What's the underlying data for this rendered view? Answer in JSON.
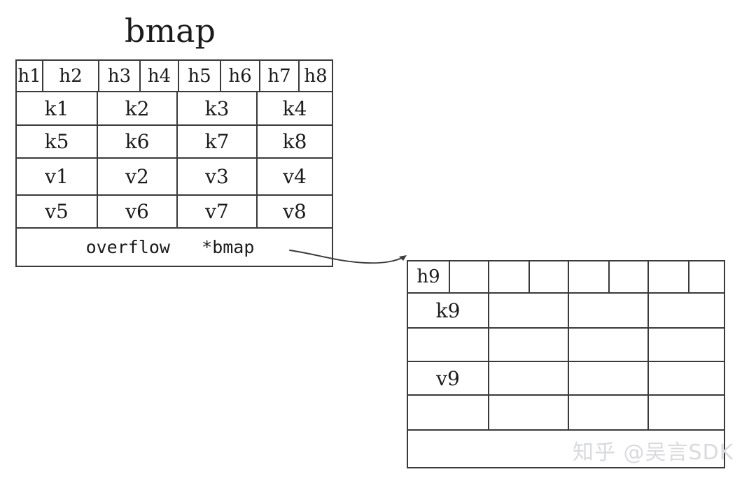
{
  "diagram": {
    "title": "bmap",
    "watermark": "知乎 @吴言SDK",
    "colors": {
      "border": "#3a3a3a",
      "text": "#1b1b1b",
      "background": "#ffffff",
      "watermark": "#d8dade",
      "arrow": "#3a3a3a"
    }
  },
  "bmap_table": {
    "label": "bmap",
    "hash_row": {
      "cells": [
        "h1",
        "h2",
        "h3",
        "h4",
        "h5",
        "h6",
        "h7",
        "h8"
      ],
      "widths": [
        36,
        80,
        59,
        55,
        60,
        56,
        56,
        52
      ]
    },
    "key_rows": [
      {
        "cells": [
          "k1",
          "k2",
          "k3",
          "k4"
        ]
      },
      {
        "cells": [
          "k5",
          "k6",
          "k7",
          "k8"
        ]
      }
    ],
    "value_rows": [
      {
        "cells": [
          "v1",
          "v2",
          "v3",
          "v4"
        ]
      },
      {
        "cells": [
          "v5",
          "v6",
          "v7",
          "v8"
        ]
      }
    ],
    "overflow_row": {
      "text": "overflow   *bmap"
    }
  },
  "overflow_table": {
    "hash_row": {
      "cells": [
        "h9",
        "",
        "",
        "",
        "",
        "",
        "",
        ""
      ]
    },
    "key_rows": [
      {
        "cells": [
          "k9",
          "",
          "",
          ""
        ]
      },
      {
        "cells": [
          "",
          "",
          "",
          ""
        ]
      }
    ],
    "value_rows": [
      {
        "cells": [
          "v9",
          "",
          "",
          ""
        ]
      },
      {
        "cells": [
          "",
          "",
          "",
          ""
        ]
      }
    ],
    "overflow_row": {
      "text": ""
    }
  },
  "connector": {
    "name": "overflow-pointer-arrow",
    "from": "bmap.overflow",
    "to": "overflow-table"
  }
}
